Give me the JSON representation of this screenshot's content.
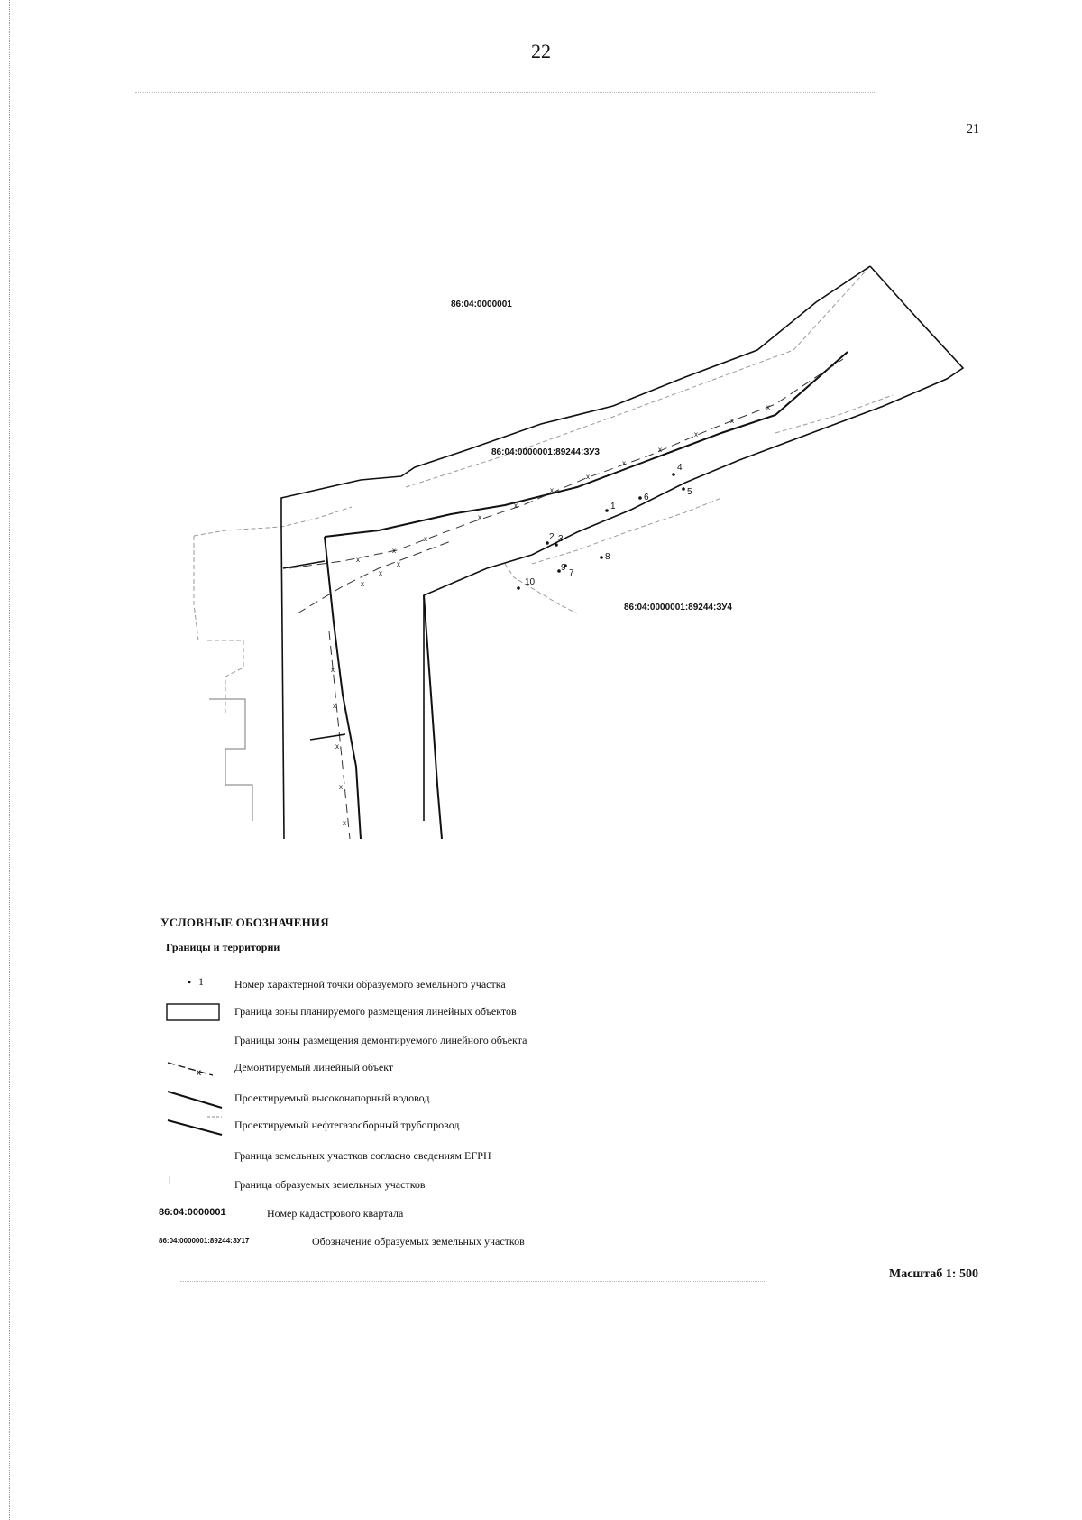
{
  "page": {
    "number": "22",
    "sheet_number": "21"
  },
  "map": {
    "quarter_label": "86:04:0000001",
    "parcel_labels": [
      "86:04:0000001:89244:ЗУ3",
      "86:04:0000001:89244:ЗУ4"
    ],
    "point_labels": [
      "1",
      "2",
      "3",
      "4",
      "5",
      "6",
      "7",
      "8",
      "9",
      "10"
    ]
  },
  "legend": {
    "title": "УСЛОВНЫЕ ОБОЗНАЧЕНИЯ",
    "subtitle": "Границы и территории",
    "items": [
      {
        "symbol": "point-number",
        "symbol_text": "1",
        "text": "Номер характерной точки образуемого земельного участка"
      },
      {
        "symbol": "zone-box",
        "text": "Граница зоны планируемого размещения линейных объектов"
      },
      {
        "symbol": "dismantle-zone",
        "text": "Границы зоны размещения демонтируемого линейного объекта"
      },
      {
        "symbol": "dismantle-line",
        "text": "Демонтируемый линейный объект"
      },
      {
        "symbol": "water-line",
        "text": "Проектируемый высоконапорный водовод"
      },
      {
        "symbol": "oil-line",
        "text": "Проектируемый нефтегазосборный трубопровод"
      },
      {
        "symbol": "egrn-boundary",
        "text": "Граница земельных участков согласно сведениям ЕГРН"
      },
      {
        "symbol": "formed-boundary",
        "text": "Граница образуемых земельных участков"
      },
      {
        "symbol": "quarter-code",
        "symbol_text": "86:04:0000001",
        "text": "Номер кадастрового квартала"
      },
      {
        "symbol": "parcel-code",
        "symbol_text": "86:04:0000001:89244:ЗУ17",
        "text": "Обозначение образуемых земельных участков"
      }
    ]
  },
  "scale": "Масштаб 1: 500",
  "colors": {
    "ink": "#111111",
    "faint": "#9a9a9a"
  }
}
